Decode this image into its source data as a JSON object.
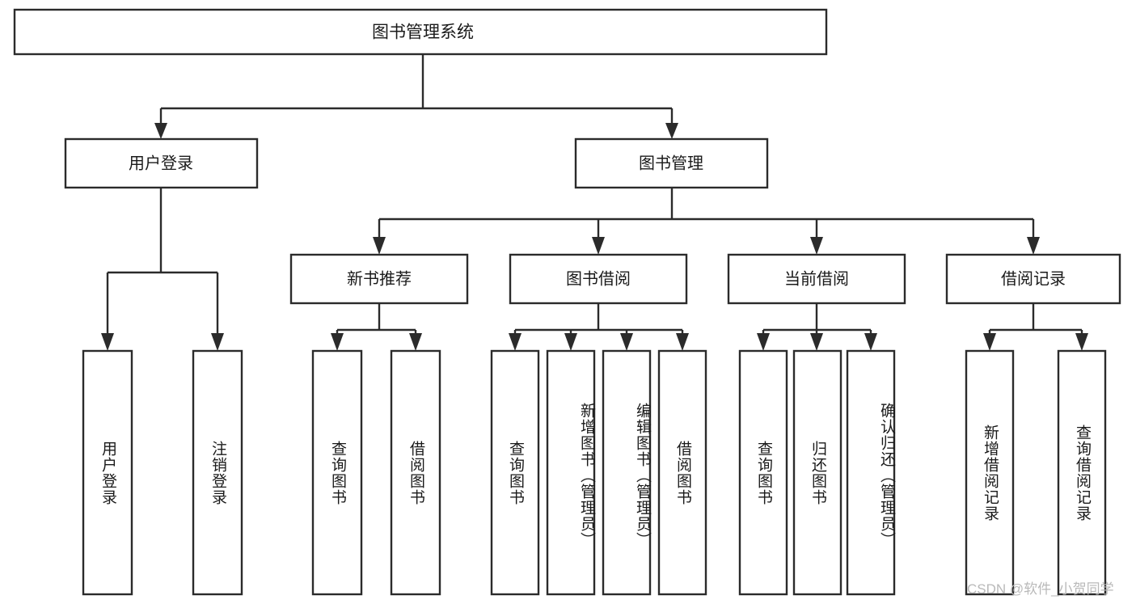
{
  "diagram": {
    "title": "图书管理系统",
    "type": "tree",
    "watermark": "CSDN @软件_小贺同学",
    "colors": {
      "stroke": "#2b2b2b",
      "box_fill": "#ffffff",
      "text": "#1a1a1a",
      "watermark": "#b9b9b9",
      "background": "#ffffff"
    },
    "root": {
      "label": "图书管理系统"
    },
    "level1": [
      {
        "label": "用户登录"
      },
      {
        "label": "图书管理"
      }
    ],
    "level2": [
      {
        "label": "新书推荐"
      },
      {
        "label": "图书借阅"
      },
      {
        "label": "当前借阅"
      },
      {
        "label": "借阅记录"
      }
    ],
    "leaves": {
      "user_login": [
        {
          "label": "用户登录"
        },
        {
          "label": "注销登录"
        }
      ],
      "new_book": [
        {
          "label": "查询图书"
        },
        {
          "label": "借阅图书"
        }
      ],
      "book_borrow": [
        {
          "label": "查询图书"
        },
        {
          "label": "新增图书（管理员）"
        },
        {
          "label": "编辑图书（管理员）"
        },
        {
          "label": "借阅图书"
        }
      ],
      "current_borrow": [
        {
          "label": "查询图书"
        },
        {
          "label": "归还图书"
        },
        {
          "label": "确认归还（管理员）"
        }
      ],
      "borrow_record": [
        {
          "label": "新增借阅记录"
        },
        {
          "label": "查询借阅记录"
        }
      ]
    }
  },
  "chart_data": {
    "type": "table",
    "title": "图书管理系统 功能结构树",
    "nodes": [
      {
        "id": "root",
        "label": "图书管理系统",
        "level": 0,
        "parent": null
      },
      {
        "id": "n1",
        "label": "用户登录",
        "level": 1,
        "parent": "root"
      },
      {
        "id": "n2",
        "label": "图书管理",
        "level": 1,
        "parent": "root"
      },
      {
        "id": "n1a",
        "label": "用户登录",
        "level": 2,
        "parent": "n1"
      },
      {
        "id": "n1b",
        "label": "注销登录",
        "level": 2,
        "parent": "n1"
      },
      {
        "id": "n2a",
        "label": "新书推荐",
        "level": 2,
        "parent": "n2"
      },
      {
        "id": "n2b",
        "label": "图书借阅",
        "level": 2,
        "parent": "n2"
      },
      {
        "id": "n2c",
        "label": "当前借阅",
        "level": 2,
        "parent": "n2"
      },
      {
        "id": "n2d",
        "label": "借阅记录",
        "level": 2,
        "parent": "n2"
      },
      {
        "id": "n2a1",
        "label": "查询图书",
        "level": 3,
        "parent": "n2a"
      },
      {
        "id": "n2a2",
        "label": "借阅图书",
        "level": 3,
        "parent": "n2a"
      },
      {
        "id": "n2b1",
        "label": "查询图书",
        "level": 3,
        "parent": "n2b"
      },
      {
        "id": "n2b2",
        "label": "新增图书（管理员）",
        "level": 3,
        "parent": "n2b"
      },
      {
        "id": "n2b3",
        "label": "编辑图书（管理员）",
        "level": 3,
        "parent": "n2b"
      },
      {
        "id": "n2b4",
        "label": "借阅图书",
        "level": 3,
        "parent": "n2b"
      },
      {
        "id": "n2c1",
        "label": "查询图书",
        "level": 3,
        "parent": "n2c"
      },
      {
        "id": "n2c2",
        "label": "归还图书",
        "level": 3,
        "parent": "n2c"
      },
      {
        "id": "n2c3",
        "label": "确认归还（管理员）",
        "level": 3,
        "parent": "n2c"
      },
      {
        "id": "n2d1",
        "label": "新增借阅记录",
        "level": 3,
        "parent": "n2d"
      },
      {
        "id": "n2d2",
        "label": "查询借阅记录",
        "level": 3,
        "parent": "n2d"
      }
    ]
  }
}
